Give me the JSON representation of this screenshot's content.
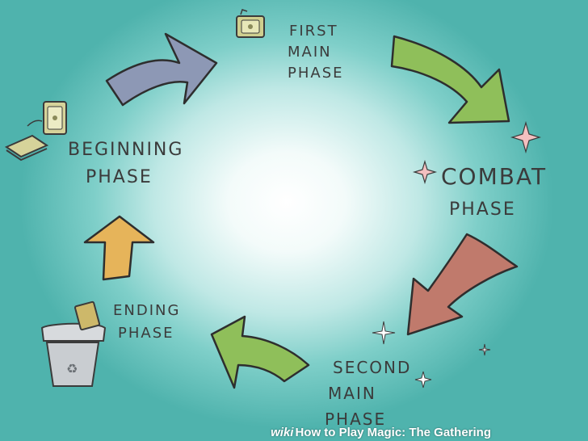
{
  "phases": {
    "first_main": [
      "FIRST",
      "MAIN",
      "PHASE"
    ],
    "combat": [
      "COMBAT",
      "PHASE"
    ],
    "second_main": [
      "SECOND",
      "MAIN",
      "PHASE"
    ],
    "ending": [
      "ENDING",
      "PHASE"
    ],
    "beginning": [
      "BEGINNING",
      "PHASE"
    ]
  },
  "colors": {
    "green_arrow": "#8fbf5a",
    "red_arrow": "#c07a6c",
    "yellow_arrow": "#e6b45a",
    "blue_arrow": "#8d98b5",
    "text": "#3b3b3b"
  },
  "icons": [
    "card-icon",
    "trash-bin-icon",
    "sparkle-icon"
  ],
  "footer": {
    "brand": "wiki",
    "caption": "How to Play Magic: The Gathering"
  }
}
